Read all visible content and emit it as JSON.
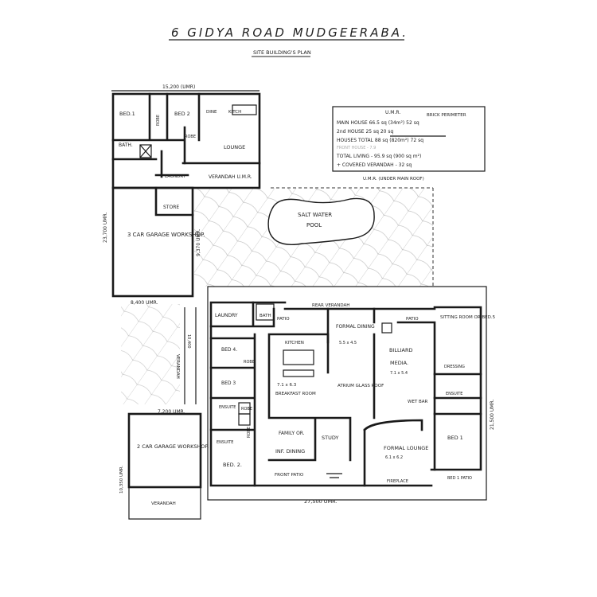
{
  "header": {
    "title": "6 GIDYA ROAD   MUDGEERABA.",
    "subtitle": "SITE BUILDING'S PLAN"
  },
  "legend": {
    "col_header_umr": "U.M.R.",
    "col_header_brick": "BRICK PERIMETER",
    "rows": [
      "MAIN HOUSE 66.5 sq (34m²) 52 sq",
      "2nd HOUSE  25 sq   20 sq",
      "HOUSES TOTAL 88 sq (820m²)  72 sq",
      "FRONT HOUSE - 7.9",
      "TOTAL LIVING - 95.9 sq (900 sq m²)",
      "+ COVERED VERANDAH - 32 sq"
    ],
    "footnote": "U.M.R. (UNDER MAIN ROOF)"
  },
  "second_house": {
    "dim_top": "15,200 (UMR)",
    "dim_left": "23,700 UMR.",
    "dim_right": "9,370 UMR.",
    "dim_bottom": "8,400 UMR.",
    "rooms": {
      "bed1": "BED.1",
      "robe1": "ROBE",
      "bed2": "BED 2",
      "robe2": "ROBE",
      "dine": "DINE",
      "kitch": "KITCH",
      "bath": "BATH.",
      "lounge": "LOUNGE",
      "laundry": "LAUNDRY",
      "verandah": "VERANDAH U.M.R.",
      "store": "STORE",
      "garage": "3 CAR GARAGE WORKSHOP."
    }
  },
  "pool": {
    "label_1": "SALT WATER",
    "label_2": "POOL"
  },
  "main_house": {
    "dim_bottom": "27,500 UMR.",
    "dim_right": "21,500 UMR.",
    "dim_left_garage": "7,200 UMR.",
    "rooms": {
      "rear_verandah": "REAR VERANDAH",
      "laundry": "LAUNDRY",
      "bath": "BATH",
      "patio_top": "PATIO",
      "formal_dining": "FORMAL DINING",
      "formal_dining_size": "5.5 x 4.5",
      "patio_right": "PATIO",
      "sitting_room": "SITTING ROOM OR BED.5",
      "kitchen": "KITCHEN",
      "billiard": "BILLIARD",
      "media": "MEDIA.",
      "media_size": "7.1 x 5.4",
      "dressing": "DRESSING",
      "bed4": "BED 4.",
      "robe4": "ROBE",
      "bed3": "BED 3",
      "breakfast_size": "7.1 x 6.3",
      "breakfast": "BREAKFAST ROOM",
      "atrium": "ATRIUM GLASS ROOF",
      "wet_bar": "WET BAR",
      "ensuite_main": "ENSUITE",
      "ensuite2": "ENSUITE",
      "ensuite3": "ENSUITE",
      "robe_a": "ROBE",
      "robe_b": "ROBE",
      "family": "FAMILY OR.",
      "inf_dining": "INF. DINING",
      "study": "STUDY",
      "formal_lounge": "FORMAL LOUNGE",
      "formal_lounge_size": "6.1 x 6.2",
      "bed1": "BED 1",
      "bed2": "BED. 2.",
      "front_patio": "FRONT PATIO",
      "fireplace": "FIREPLACE",
      "patio_bed1": "BED 1 PATIO",
      "verandah_side": "VERANDAH",
      "verandah_side_dim": "10,400"
    }
  },
  "front_garage": {
    "title": "2 CAR GARAGE WORKSHOP.",
    "dim_left": "10,350 UMR.",
    "verandah": "VERANDAH"
  }
}
